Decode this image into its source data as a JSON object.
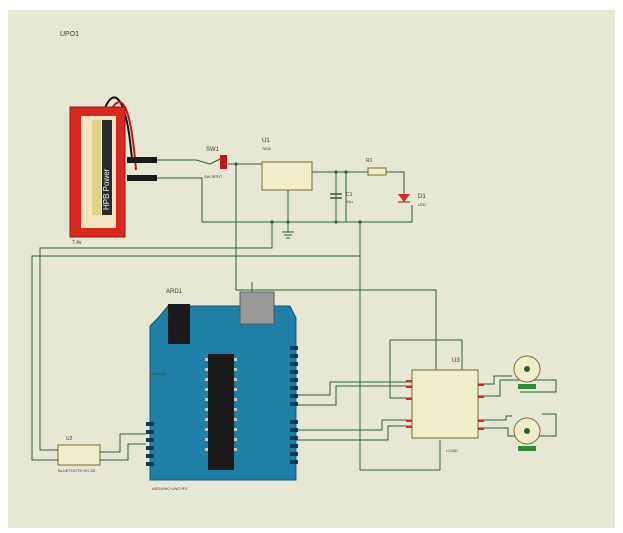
{
  "schematic": {
    "battery_ref": "UPO1",
    "battery_brand": "HPB Power",
    "battery_sub": "7.4v",
    "switch_ref": "SW1",
    "switch_state": "SW-SPDT",
    "regulator_ref": "U1",
    "regulator_model": "7805",
    "capacitor_ref": "C1",
    "capacitor_value": "10u",
    "resistor_ref": "R1",
    "led_ref": "D1",
    "led_model": "LED",
    "arduino_ref": "ARD1",
    "arduino_part": "ARDUINO UNO R3",
    "driver_ref": "U3",
    "driver_part": "L293D",
    "bt_ref": "U2",
    "bt_part": "BLUETOOTH HC-05"
  },
  "colors": {
    "background": "#e6e8d4",
    "wire": "#2f5c3a",
    "arduino_board": "#1f7fa6",
    "battery_body": "#d9281f",
    "component_fill": "#f1edc9"
  }
}
